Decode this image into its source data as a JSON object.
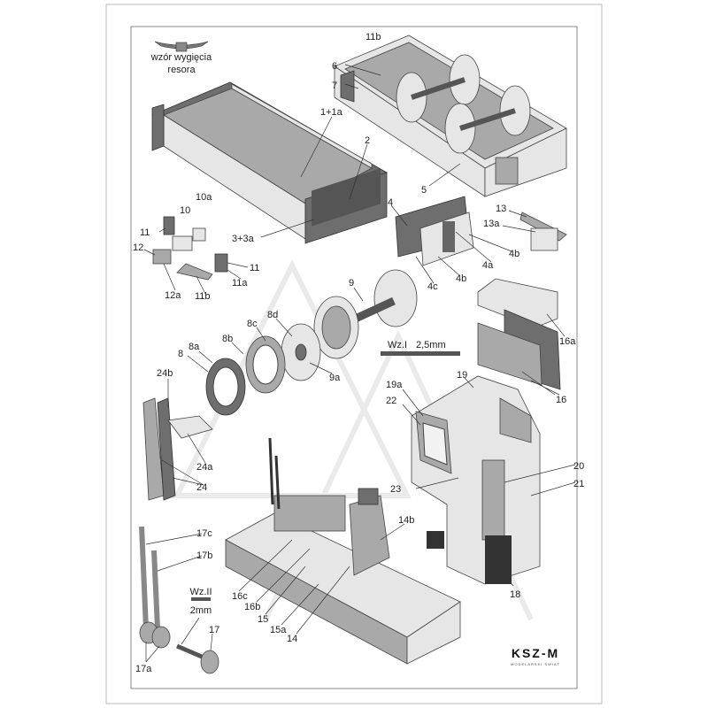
{
  "title_note": {
    "line1": "wzór wygięcia",
    "line2": "resora"
  },
  "scales": {
    "wz1_label": "Wz.I",
    "wz1_value": "2,5mm",
    "wz2_label": "Wz.II",
    "wz2_value": "2mm"
  },
  "labels": {
    "p11b_top": "11b",
    "p6": "6",
    "p7": "7",
    "p1_1a": "1+1a",
    "p2": "2",
    "p5": "5",
    "p4": "4",
    "p13": "13",
    "p13a": "13a",
    "p4b_r": "4b",
    "p4a": "4a",
    "p4b_l": "4b",
    "p4c": "4c",
    "p10a": "10a",
    "p10": "10",
    "p11_l": "11",
    "p12": "12",
    "p12a": "12a",
    "p11b": "11b",
    "p11_r": "11",
    "p11a": "11a",
    "p3_3a": "3+3a",
    "p9": "9",
    "p8d": "8d",
    "p8c": "8c",
    "p8b": "8b",
    "p8a": "8a",
    "p8": "8",
    "p9a": "9a",
    "p16a": "16a",
    "p16": "16",
    "p19": "19",
    "p19a": "19a",
    "p22": "22",
    "p20": "20",
    "p21": "21",
    "p23": "23",
    "p18": "18",
    "p24b": "24b",
    "p24a": "24a",
    "p24": "24",
    "p17c": "17c",
    "p17b": "17b",
    "p17": "17",
    "p17a": "17a",
    "p16c": "16c",
    "p16b": "16b",
    "p15": "15",
    "p15a": "15a",
    "p14": "14",
    "p14b": "14b"
  },
  "logo": {
    "name": "KSZ-M",
    "subtitle": "MODELARSKI ŚWIAT"
  }
}
